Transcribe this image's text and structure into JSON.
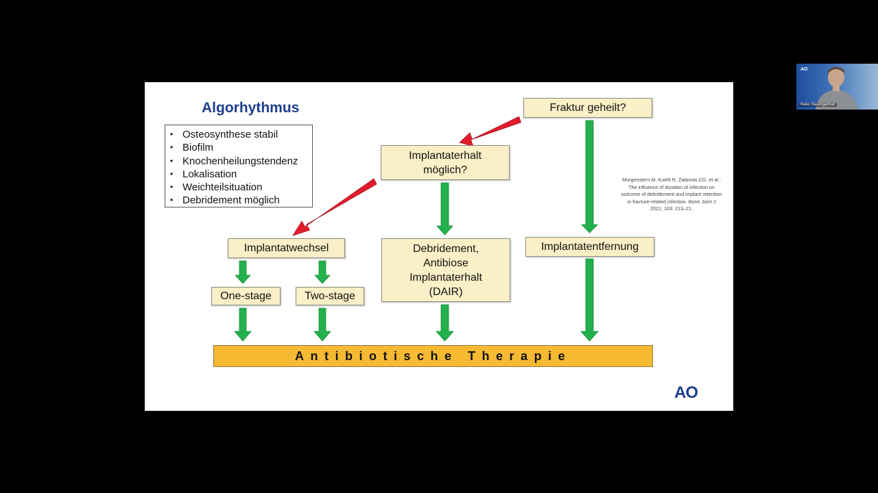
{
  "slide": {
    "title": "Algorhythmus",
    "criteria": [
      "Osteosynthese stabil",
      "Biofilm",
      "Knochenheilungstendenz",
      "Lokalisation",
      "Weichteilsituation",
      "Debridement möglich"
    ],
    "boxes": {
      "fraktur": "Fraktur geheilt?",
      "implantaterhalt": "Implantaterhalt\nmöglich?",
      "implantatwechsel": "Implantatwechsel",
      "dair": "Debridement,\nAntibiose\nImplantaterhalt\n(DAIR)",
      "entfernung": "Implantatentfernung",
      "onestage": "One-stage",
      "twostage": "Two-stage"
    },
    "therapy": "Antibiotische Therapie",
    "reference": "Morgenstern M, Kuehl R, Zalavras CG, et al.: The influence of duration of infection on outcome of debridement and implant retention in fracture-related infection. Bone Joint J 2021; 103: 213–21.",
    "logo": "AO",
    "colors": {
      "title": "#1e3d8c",
      "box_fill": "#fbefc7",
      "therapy_fill": "#f6b932",
      "arrow_green": "#22b14c",
      "arrow_red": "#e21b2c",
      "logo": "#1c3f91"
    }
  },
  "video": {
    "participant_name": "Heiko Baumgartner",
    "logo_text": "AO"
  }
}
